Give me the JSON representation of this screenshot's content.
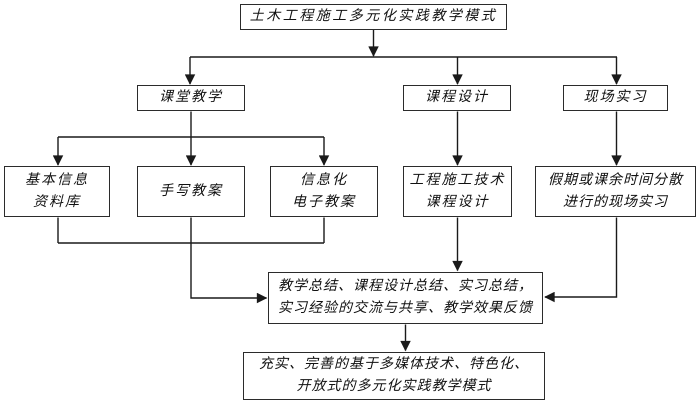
{
  "nodes": {
    "root": "土木工程施工多元化实践教学模式",
    "classroom_teaching": "课堂教学",
    "course_design": "课程设计",
    "field_practice": "现场实习",
    "basic_info_database": "基本信息\n资料库",
    "handwritten_lesson_plan": "手写教案",
    "informatized_e_lesson_plan": "信息化\n电子教案",
    "construction_tech_course_design": "工程施工技术\n课程设计",
    "dispersed_field_practice": "假期或课余时间分散\n进行的现场实习",
    "summary_feedback": "教学总结、课程设计总结、实习总结，\n实习经验的交流与共享、教学效果反馈",
    "final_mode": "充实、完善的基于多媒体技术、特色化、\n开放式的多元化实践教学模式"
  },
  "colors": {
    "background": "#ffffff",
    "line": "#1a1a1a",
    "text": "#111111"
  }
}
